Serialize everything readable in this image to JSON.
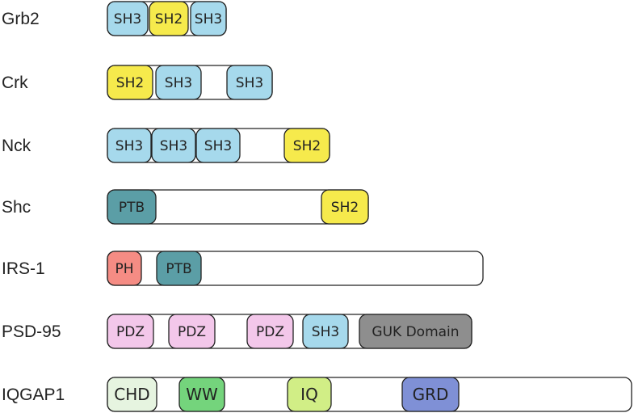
{
  "colors": {
    "SH3": "#a6d9ec",
    "SH2": "#f6ea4c",
    "PTB": "#5b9ea6",
    "PH": "#f58c84",
    "PDZ": "#f3c7ea",
    "GUK Domain": "#8e8e8e",
    "CHD": "#e6f4e0",
    "WW": "#74d47c",
    "IQ": "#d1ee86",
    "GRD": "#7f90d6",
    "outline": "#222222"
  },
  "proteins": [
    {
      "name": "Grb2",
      "domains": [
        {
          "label": "SH3"
        },
        {
          "label": "SH2"
        },
        {
          "label": "SH3"
        }
      ]
    },
    {
      "name": "Crk",
      "domains": [
        {
          "label": "SH2"
        },
        {
          "label": "SH3"
        },
        {
          "label": "SH3"
        }
      ]
    },
    {
      "name": "Nck",
      "domains": [
        {
          "label": "SH3"
        },
        {
          "label": "SH3"
        },
        {
          "label": "SH3"
        },
        {
          "label": "SH2"
        }
      ]
    },
    {
      "name": "Shc",
      "domains": [
        {
          "label": "PTB"
        },
        {
          "label": "SH2"
        }
      ]
    },
    {
      "name": "IRS-1",
      "domains": [
        {
          "label": "PH"
        },
        {
          "label": "PTB"
        }
      ]
    },
    {
      "name": "PSD-95",
      "domains": [
        {
          "label": "PDZ"
        },
        {
          "label": "PDZ"
        },
        {
          "label": "PDZ"
        },
        {
          "label": "SH3"
        },
        {
          "label": "GUK Domain"
        }
      ]
    },
    {
      "name": "IQGAP1",
      "domains": [
        {
          "label": "CHD"
        },
        {
          "label": "WW"
        },
        {
          "label": "IQ"
        },
        {
          "label": "GRD"
        }
      ]
    }
  ]
}
